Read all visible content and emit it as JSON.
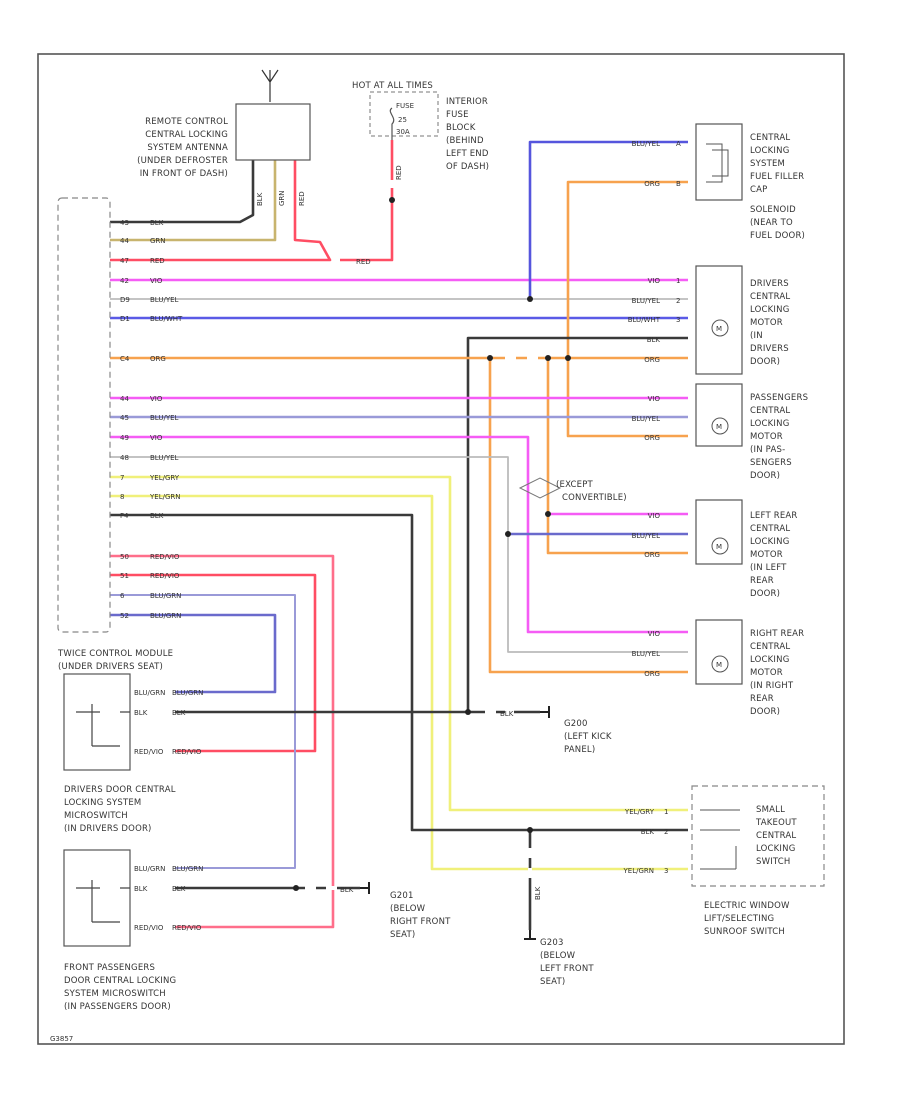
{
  "components": {
    "antenna": [
      "REMOTE CONTROL",
      "CENTRAL LOCKING",
      "SYSTEM ANTENNA",
      "(UNDER DEFROSTER",
      "IN FRONT OF DASH)"
    ],
    "hot_at_all_times": "HOT AT ALL TIMES",
    "fuse": [
      "FUSE",
      "25",
      "30A"
    ],
    "fuse_block": [
      "INTERIOR",
      "FUSE",
      "BLOCK",
      "(BEHIND",
      "LEFT END",
      "OF DASH)"
    ],
    "fuel_filler": [
      "CENTRAL",
      "LOCKING",
      "SYSTEM",
      "FUEL FILLER",
      "CAP",
      "SOLENOID",
      "(NEAR TO",
      "FUEL DOOR)"
    ],
    "driver_motor": [
      "DRIVERS",
      "CENTRAL",
      "LOCKING",
      "MOTOR",
      "(IN",
      "DRIVERS",
      "DOOR)"
    ],
    "passenger_motor": [
      "PASSENGERS",
      "CENTRAL",
      "LOCKING",
      "MOTOR",
      "(IN PAS-",
      "SENGERS",
      "DOOR)"
    ],
    "left_rear_motor": [
      "LEFT REAR",
      "CENTRAL",
      "LOCKING",
      "MOTOR",
      "(IN LEFT",
      "REAR",
      "DOOR)"
    ],
    "right_rear_motor": [
      "RIGHT REAR",
      "CENTRAL",
      "LOCKING",
      "MOTOR",
      "(IN RIGHT",
      "REAR",
      "DOOR)"
    ],
    "module": [
      "TWICE CONTROL MODULE",
      "(UNDER DRIVERS SEAT)"
    ],
    "driver_switch": [
      "DRIVERS DOOR CENTRAL",
      "LOCKING SYSTEM",
      "MICROSWITCH",
      "(IN DRIVERS DOOR)"
    ],
    "passenger_switch": [
      "FRONT PASSENGERS",
      "DOOR CENTRAL LOCKING",
      "SYSTEM MICROSWITCH",
      "(IN PASSENGERS DOOR)"
    ],
    "trunk_switch": [
      "SMALL",
      "TAKEOUT",
      "CENTRAL",
      "LOCKING",
      "SWITCH"
    ],
    "window_switch": [
      "ELECTRIC WINDOW",
      "LIFT/SELECTING",
      "SUNROOF SWITCH"
    ],
    "except_convertible": [
      "(EXCEPT",
      "CONVERTIBLE)"
    ],
    "g_left_kick": [
      "G200",
      "(LEFT KICK",
      "PANEL)"
    ],
    "g_right_front": [
      "G201",
      "(BELOW",
      "RIGHT FRONT",
      "SEAT)"
    ],
    "g_left_front": [
      "G203",
      "(BELOW",
      "LEFT FRONT",
      "SEAT)"
    ],
    "footer": "G3857"
  },
  "wire_labels": {
    "module_rows": [
      {
        "pin": "43",
        "color": "BLK"
      },
      {
        "pin": "44",
        "color": "GRN"
      },
      {
        "pin": "47",
        "color": "RED"
      },
      {
        "pin": "42",
        "color": "VIO"
      },
      {
        "pin": "D9",
        "color": "BLU/YEL"
      },
      {
        "pin": "D1",
        "color": "BLU/WHT"
      },
      {
        "pin": "C4",
        "color": "ORG"
      },
      {
        "pin": "44",
        "color": "VIO"
      },
      {
        "pin": "45",
        "color": "BLU/YEL"
      },
      {
        "pin": "49",
        "color": "VIO"
      },
      {
        "pin": "48",
        "color": "BLU/YEL"
      },
      {
        "pin": "7",
        "color": "YEL/GRY"
      },
      {
        "pin": "8",
        "color": "YEL/GRN"
      },
      {
        "pin": "F4",
        "color": "BLK"
      },
      {
        "pin": "50",
        "color": "RED/VIO"
      },
      {
        "pin": "51",
        "color": "RED/VIO"
      },
      {
        "pin": "6",
        "color": "BLU/GRN"
      },
      {
        "pin": "52",
        "color": "BLU/GRN"
      }
    ],
    "antenna_wires": [
      "BLK",
      "GRN",
      "RED"
    ],
    "red_feed": "RED",
    "fuse_wire": "RED",
    "blk": "BLK",
    "blu_yel": "BLU/YEL",
    "org": "ORG",
    "vio": "VIO",
    "blu_wht": "BLU/WHT",
    "blu_grn": "BLU/GRN",
    "red_vio": "RED/VIO",
    "yel_gry": "YEL/GRY",
    "yel_grn": "YEL/GRN",
    "pin_a": "A",
    "pin_b": "B",
    "pin_1": "1",
    "pin_2": "2",
    "pin_3": "3"
  },
  "colors": {
    "blk": "#3a3a3a",
    "red": "#ff4d63",
    "vio": "#f55cf5",
    "blu_yel": "#9a9ad8",
    "blu_wht": "#5a5ae6",
    "blu": "#5555dd",
    "org": "#f7a24e",
    "yel": "#f0f07a",
    "grn": "#c8b46e",
    "red_vio": "#ff6e8a",
    "blu_grn": "#6a6acc",
    "border": "#555555"
  }
}
